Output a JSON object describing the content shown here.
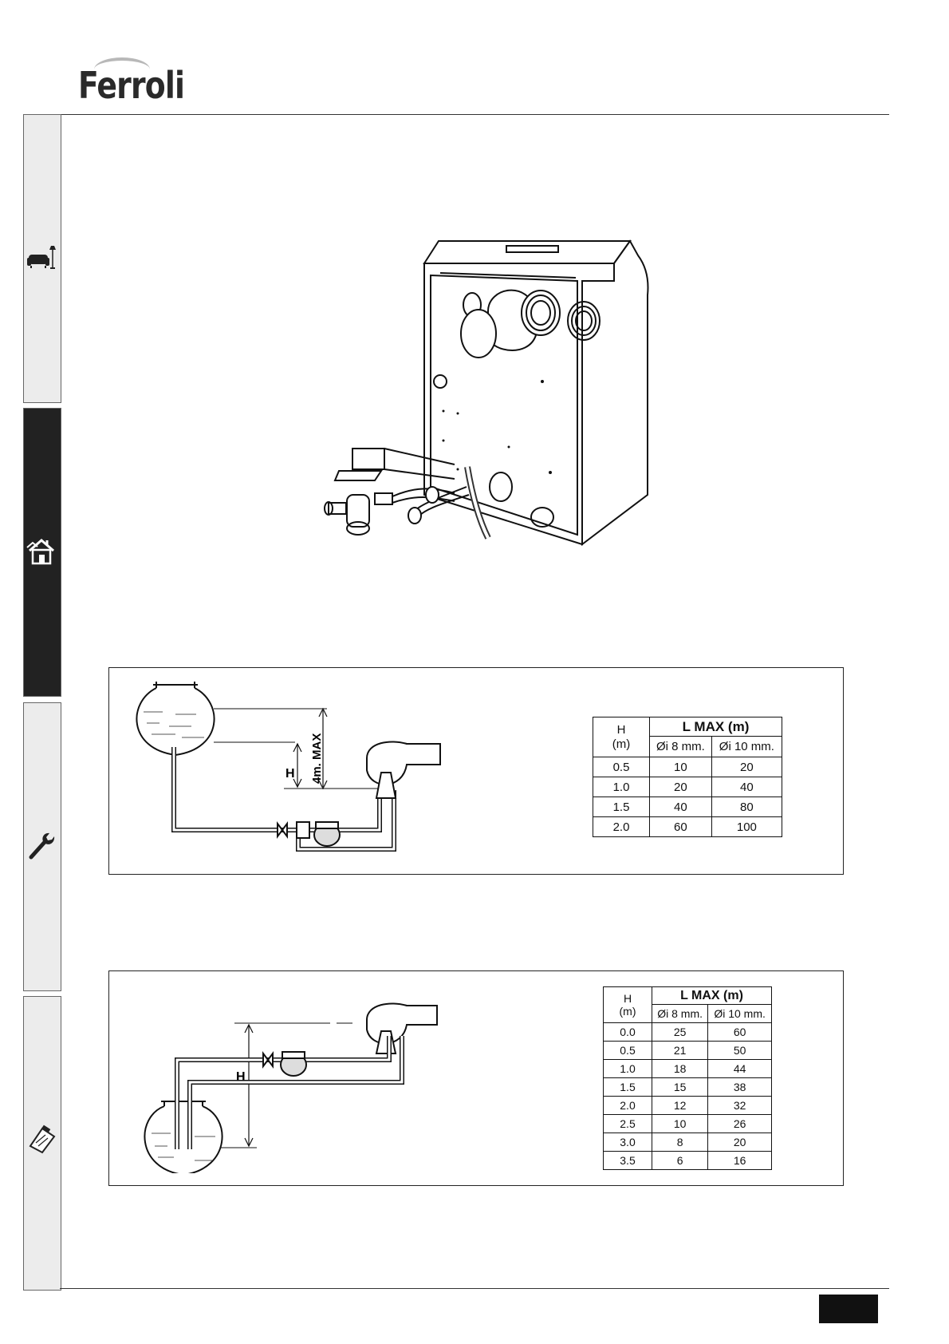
{
  "header": {
    "brand": "Ferroli"
  },
  "colors": {
    "active_tab": "#222222",
    "inactive_tab": "#ececec",
    "line": "#222222"
  },
  "sidebar": {
    "tabs": [
      {
        "icon": "sofa-lamp-icon",
        "active": false
      },
      {
        "icon": "house-icon",
        "active": true
      },
      {
        "icon": "wrench-icon",
        "active": false
      },
      {
        "icon": "clipboard-icon",
        "active": false
      }
    ]
  },
  "diagram1": {
    "dim_label": "4m. MAX",
    "h_label": "H",
    "table": {
      "h_header": "H",
      "h_unit": "(m)",
      "lmax_header": "L MAX (m)",
      "col1": "Øi 8 mm.",
      "col2": "Øi 10 mm.",
      "rows": [
        [
          "0.5",
          "10",
          "20"
        ],
        [
          "1.0",
          "20",
          "40"
        ],
        [
          "1.5",
          "40",
          "80"
        ],
        [
          "2.0",
          "60",
          "100"
        ]
      ]
    }
  },
  "diagram2": {
    "h_label": "H",
    "table": {
      "h_header": "H",
      "h_unit": "(m)",
      "lmax_header": "L MAX (m)",
      "col1": "Øi 8 mm.",
      "col2": "Øi 10 mm.",
      "rows": [
        [
          "0.0",
          "25",
          "60"
        ],
        [
          "0.5",
          "21",
          "50"
        ],
        [
          "1.0",
          "18",
          "44"
        ],
        [
          "1.5",
          "15",
          "38"
        ],
        [
          "2.0",
          "12",
          "32"
        ],
        [
          "2.5",
          "10",
          "26"
        ],
        [
          "3.0",
          "8",
          "20"
        ],
        [
          "3.5",
          "6",
          "16"
        ]
      ]
    }
  }
}
